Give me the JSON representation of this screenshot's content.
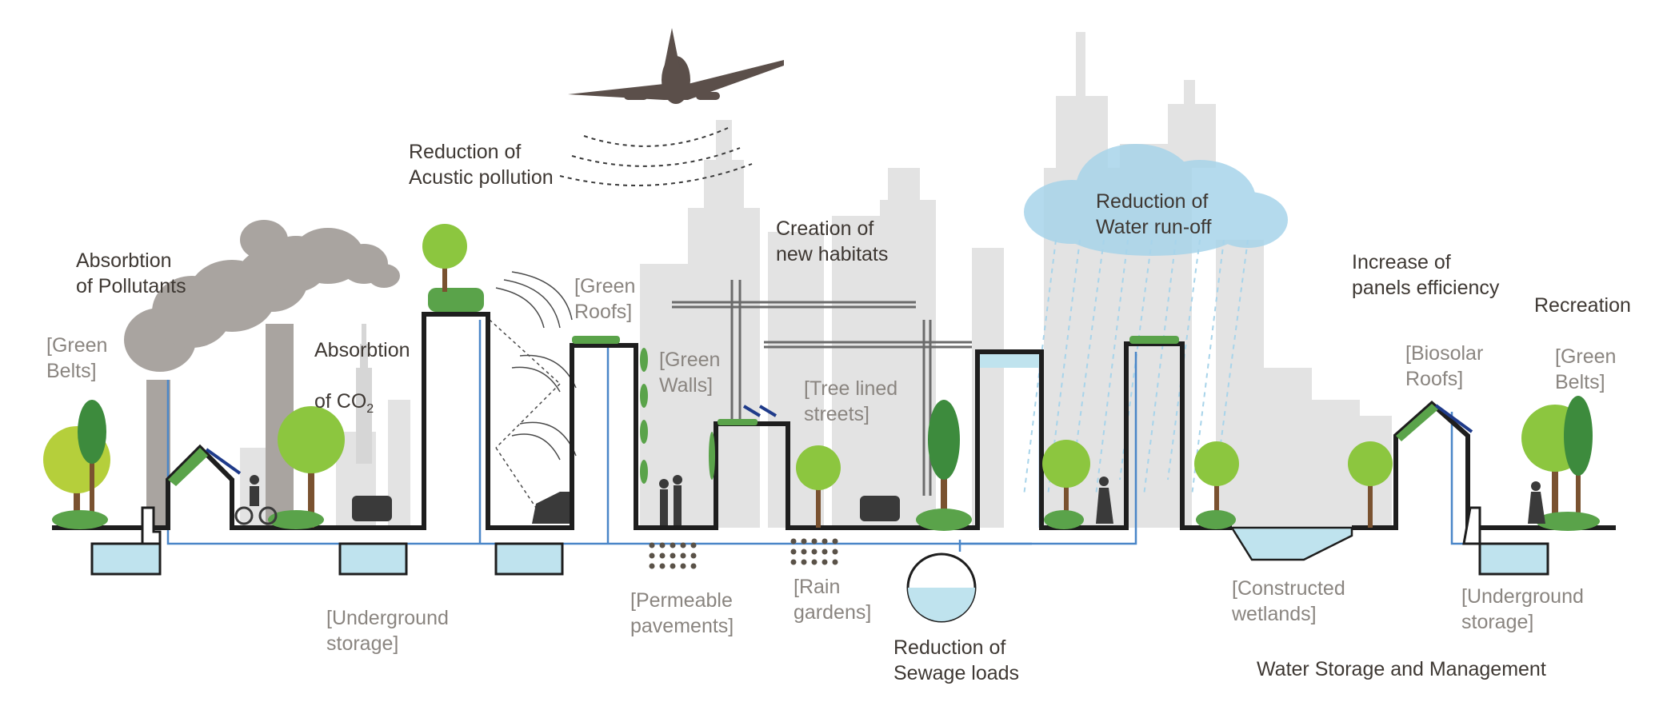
{
  "benefits": {
    "pollutants": "Absorbtion\nof Pollutants",
    "co2_line1": "Absorbtion",
    "co2_prefix": "of CO",
    "co2_sub": "2",
    "acoustic": "Reduction of\nAcustic pollution",
    "habitats": "Creation of\nnew habitats",
    "runoff": "Reduction of\nWater run-off",
    "panels": "Increase of\npanels efficiency",
    "recreation": "Recreation",
    "sewage": "Reduction of\nSewage loads",
    "water_mgmt": "Water Storage and Management"
  },
  "solutions": {
    "green_belts_left": "[Green\nBelts]",
    "green_roofs": "[Green\nRoofs]",
    "green_walls": "[Green\nWalls]",
    "tree_lined": "[Tree lined\nstreets]",
    "biosolar": "[Biosolar\nRoofs]",
    "green_belts_right": "[Green\nBelts]",
    "underground_left": "[Underground\nstorage]",
    "permeable": "[Permeable\npavements]",
    "rain_gardens": "[Rain\ngardens]",
    "wetlands": "[Constructed\nwetlands]",
    "underground_right": "[Underground\nstorage]"
  },
  "colors": {
    "benefit_text": "#3e3833",
    "solution_text": "#8a8580",
    "skyline": "#e3e3e3",
    "smoke": "#a9a4a0",
    "ground": "#1e1e1e",
    "water": "#bfe3ee",
    "pipe": "#4a86c8",
    "tree_light": "#8cc63f",
    "tree_dark": "#3d8b3d",
    "trunk": "#7a5230",
    "cloud": "#a8d4ea",
    "plane": "#5b4f4a"
  },
  "icons": [
    "airplane-icon",
    "cloud-icon",
    "tree-icon",
    "car-icon",
    "cyclist-icon",
    "runner-icon",
    "pedestrians-icon",
    "crane-icon",
    "solar-panel-icon",
    "statue-of-liberty-icon",
    "smoke-icon",
    "sound-wave-icon"
  ]
}
